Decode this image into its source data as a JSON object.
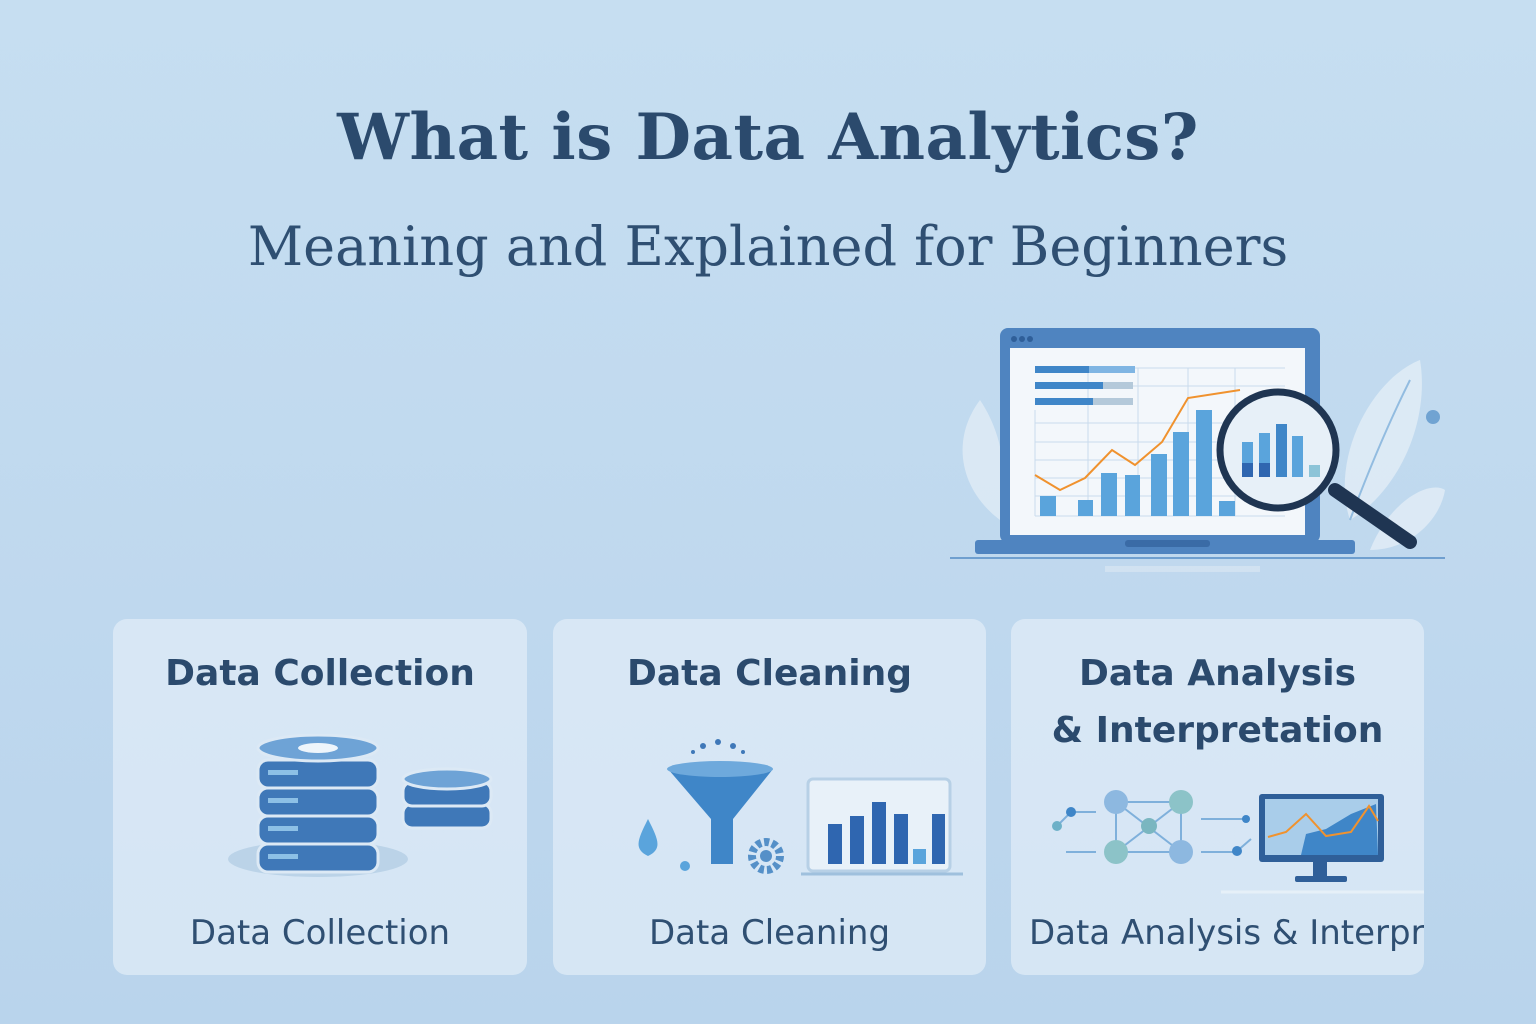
{
  "header": {
    "title": "What is Data Analytics?",
    "subtitle": "Meaning and Explained for Beginners"
  },
  "hero": {
    "icon": "laptop-chart-magnifier-illustration"
  },
  "cards": [
    {
      "title": "Data Collection",
      "label": "Data Collection",
      "icon": "database-stack-icon"
    },
    {
      "title": "Data Cleaning",
      "label": "Data Cleaning",
      "icon": "funnel-icon"
    },
    {
      "title": "Data Analysis & Interpretation",
      "title_line1": "Data Analysis",
      "title_line2": "& Interpretation",
      "label": "Data Analysis & Interpreta",
      "icon": "network-monitor-icon"
    }
  ],
  "colors": {
    "background": "#c3dcf0",
    "text": "#2b4a6d",
    "accent": "#3f86c8",
    "orange": "#f0922e"
  }
}
